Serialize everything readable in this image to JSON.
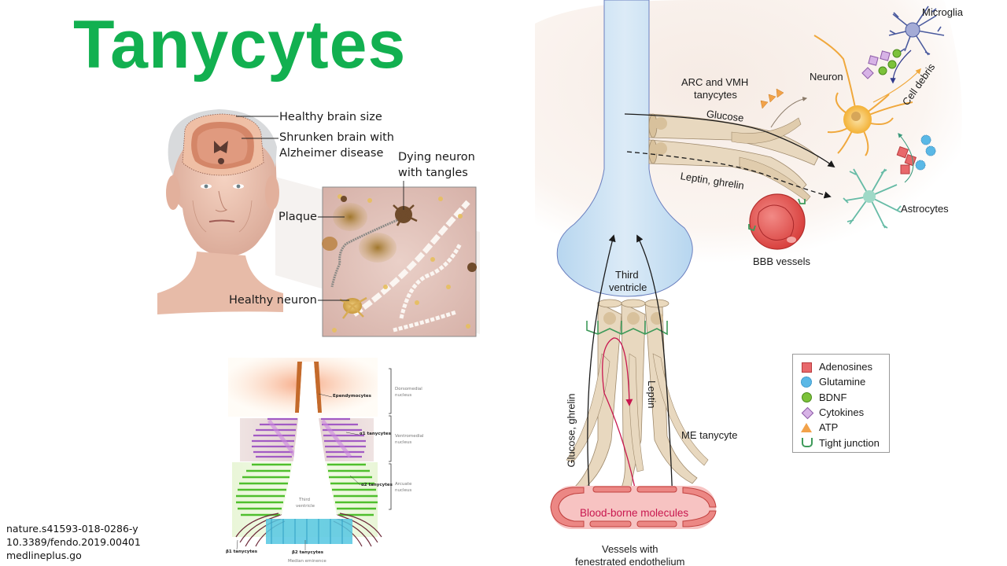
{
  "slide": {
    "title": "Tanycytes",
    "title_color": "#12b050",
    "references": [
      "nature.s41593-018-0286-y",
      "10.3389/fendo.2019.00401",
      "medlineplus.go"
    ]
  },
  "alzheimer_figure": {
    "labels": {
      "healthy_brain_size": "Healthy brain size",
      "shrunken_brain_1": "Shrunken brain with",
      "shrunken_brain_2": "Alzheimer disease",
      "dying_neuron_1": "Dying neuron",
      "dying_neuron_2": "with tangles",
      "plaque": "Plaque",
      "healthy_neuron": "Healthy neuron"
    }
  },
  "tanycyte_section_figure": {
    "cell_labels": {
      "ependymocytes": "Ependymocytes",
      "alpha1": "α1 tanycytes",
      "alpha2": "α2 tanycytes",
      "beta1": "β1 tanycytes",
      "beta2": "β2 tanycytes",
      "third_ventricle_1": "Third",
      "third_ventricle_2": "ventricle",
      "median_eminence": "Median eminence"
    },
    "nuclei": {
      "dorsomedial_1": "Dorsomedial",
      "dorsomedial_2": "nucleus",
      "ventromedial_1": "Ventromedial",
      "ventromedial_2": "nucleus",
      "arcuate_1": "Arcuate",
      "arcuate_2": "nucleus"
    }
  },
  "transport_figure": {
    "labels": {
      "microglia": "Microglia",
      "neuron": "Neuron",
      "arc_vmh_1": "ARC and VMH",
      "arc_vmh_2": "tanycytes",
      "glucose": "Glucose",
      "cell_debris": "Cell debris",
      "leptin_ghrelin": "Leptin, ghrelin",
      "astrocytes": "Astrocytes",
      "bbb_vessels": "BBB vessels",
      "third_ventricle_1": "Third",
      "third_ventricle_2": "ventricle",
      "glucose_ghrelin": "Glucose, ghrelin",
      "leptin": "Leptin",
      "me_tanycyte": "ME tanycyte",
      "blood_borne": "Blood-borne molecules",
      "vessels_1": "Vessels with",
      "vessels_2": "fenestrated endothelium"
    },
    "legend": [
      {
        "label": "Adenosines",
        "icon": "red-square",
        "color": "#e8686b"
      },
      {
        "label": "Glutamine",
        "icon": "blue-circle",
        "color": "#5ab8e6"
      },
      {
        "label": "BDNF",
        "icon": "green-circle",
        "color": "#7cc23a"
      },
      {
        "label": "Cytokines",
        "icon": "purple-diamond",
        "color": "#d7b3e6"
      },
      {
        "label": "ATP",
        "icon": "orange-triangle",
        "color": "#f2a24a"
      },
      {
        "label": "Tight junction",
        "icon": "green-cup",
        "color": "#3e9a5a"
      }
    ]
  }
}
